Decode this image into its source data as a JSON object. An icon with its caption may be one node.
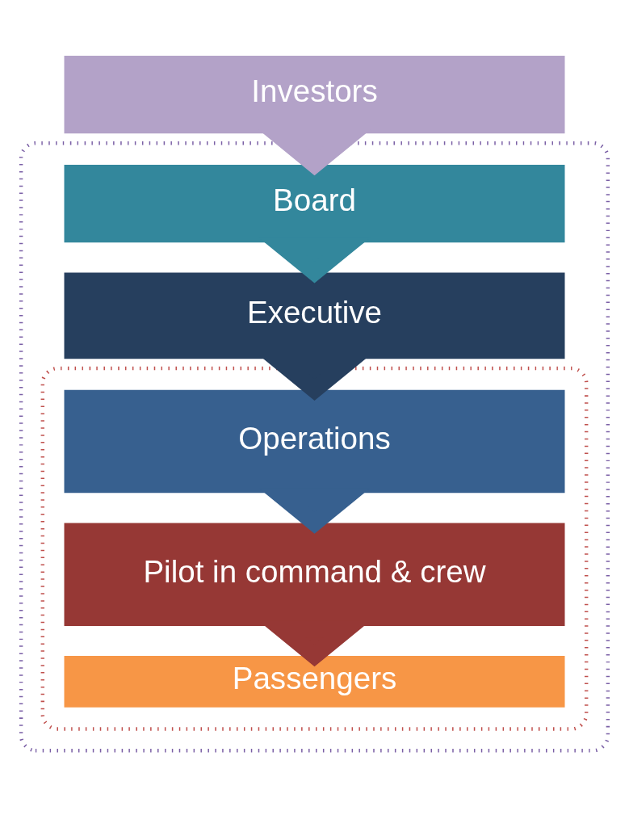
{
  "diagram": {
    "nodes": [
      {
        "text": [
          "Investors"
        ]
      },
      {
        "text": [],
        "shape": "box"
      },
      {
        "text": [
          "Board"
        ],
        "in": 1
      },
      {
        "text": [
          "Executive"
        ],
        "in": 1
      },
      {
        "text": [],
        "shape": "box",
        "in": 1
      },
      {
        "text": [
          "Operations"
        ],
        "in": 4
      },
      {
        "text": [
          "Pilot in command & crew"
        ],
        "in": 4
      },
      {
        "text": [
          "Passengers"
        ],
        "in": 4
      }
    ],
    "edges": [
      {
        "from": 0,
        "to": 2,
        "arrow": "to",
        "style": "thick",
        "color": "#b3a2c8"
      },
      {
        "from": 2,
        "to": 3,
        "arrow": "to",
        "style": "thick",
        "color": "#33879c"
      },
      {
        "from": 3,
        "to": 5,
        "arrow": "to",
        "style": "thick",
        "color": "#263f5e"
      },
      {
        "from": 5,
        "to": 6,
        "arrow": "to",
        "style": "thick",
        "color": "#37608f"
      },
      {
        "from": 6,
        "to": 7,
        "arrow": "to",
        "style": "thick",
        "color": "#963835"
      }
    ]
  }
}
